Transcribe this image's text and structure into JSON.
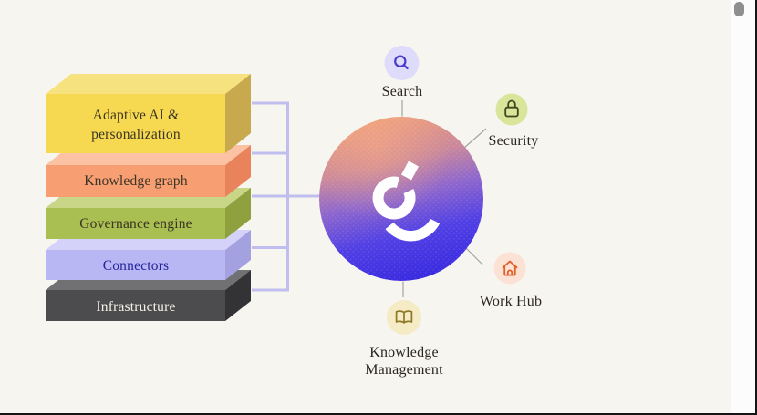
{
  "background_color": "#F7F5EF",
  "stack": {
    "layers": [
      {
        "label": "Adaptive AI & personalization",
        "front": "#F7D851",
        "top": "#F6E27E",
        "side": "#C9A94D",
        "text_color": "#3A3423"
      },
      {
        "label": "Knowledge graph",
        "front": "#F79E73",
        "top": "#FBC2A3",
        "side": "#E9835C",
        "text_color": "#3A3423"
      },
      {
        "label": "Governance engine",
        "front": "#A9BF51",
        "top": "#C9D687",
        "side": "#8FA03E",
        "text_color": "#3A3423"
      },
      {
        "label": "Connectors",
        "front": "#B9B7F3",
        "top": "#D4D2F9",
        "side": "#A3A1E0",
        "text_color": "#24249B"
      },
      {
        "label": "Infrastructure",
        "front": "#4C4B4D",
        "top": "#717173",
        "side": "#333235",
        "text_color": "#F4F1E7"
      }
    ]
  },
  "hub": {
    "logo": "glean-logo",
    "logo_color": "#FFFFFF",
    "gradient": {
      "top": "#F1A078",
      "upper_mid": "#C9879B",
      "mid": "#9068CC",
      "lower_mid": "#5140E4",
      "bottom": "#3A2BE0"
    }
  },
  "nodes": {
    "search": {
      "label": "Search",
      "chip_color": "#DEDCFA",
      "icon": "magnifier-icon",
      "icon_color": "#4A3ACD"
    },
    "security": {
      "label": "Security",
      "chip_color": "#D8E59B",
      "icon": "padlock-icon",
      "icon_color": "#42461C"
    },
    "work_hub": {
      "label": "Work Hub",
      "chip_color": "#FBE2D4",
      "icon": "home-icon",
      "icon_color": "#E25F28"
    },
    "knowledge": {
      "label": "Knowledge Management",
      "chip_color": "#F5EBC4",
      "icon": "open-book-icon",
      "icon_color": "#8E7825"
    }
  },
  "colors": {
    "connector": "#C0BEEF",
    "spoke": "#A6A59A",
    "scrollbar_thumb": "#8F8F8F",
    "scrollbar_track": "#FCFCFC"
  }
}
